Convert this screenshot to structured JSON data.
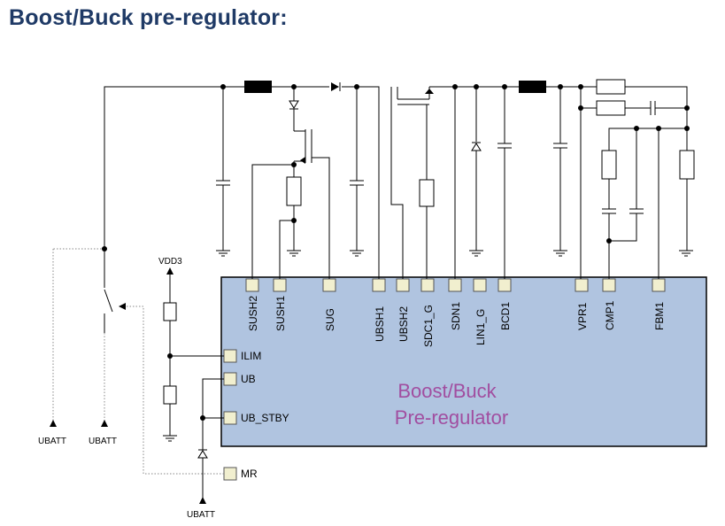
{
  "title": "Boost/Buck pre-regulator:",
  "chip": {
    "name_line1": "Boost/Buck",
    "name_line2": "Pre-regulator",
    "fill": "#b0c4e0",
    "pin_fill": "#f1efcf",
    "top_pins": [
      "SUSH2",
      "SUSH1",
      "SUG",
      "UBSH1",
      "UBSH2",
      "SDC1_G",
      "SDN1",
      "LIN1_G",
      "BCD1",
      "VPR1",
      "CMP1",
      "FBM1"
    ],
    "left_pins": [
      "ILIM",
      "UB",
      "UB_STBY"
    ],
    "mr_pin": "MR"
  },
  "labels": {
    "vdd3": "VDD3",
    "ubatt_left1": "UBATT",
    "ubatt_left2": "UBATT",
    "ubatt_bottom": "UBATT"
  },
  "colors": {
    "title": "#1f3a66",
    "chip_text": "#a14ea0"
  }
}
